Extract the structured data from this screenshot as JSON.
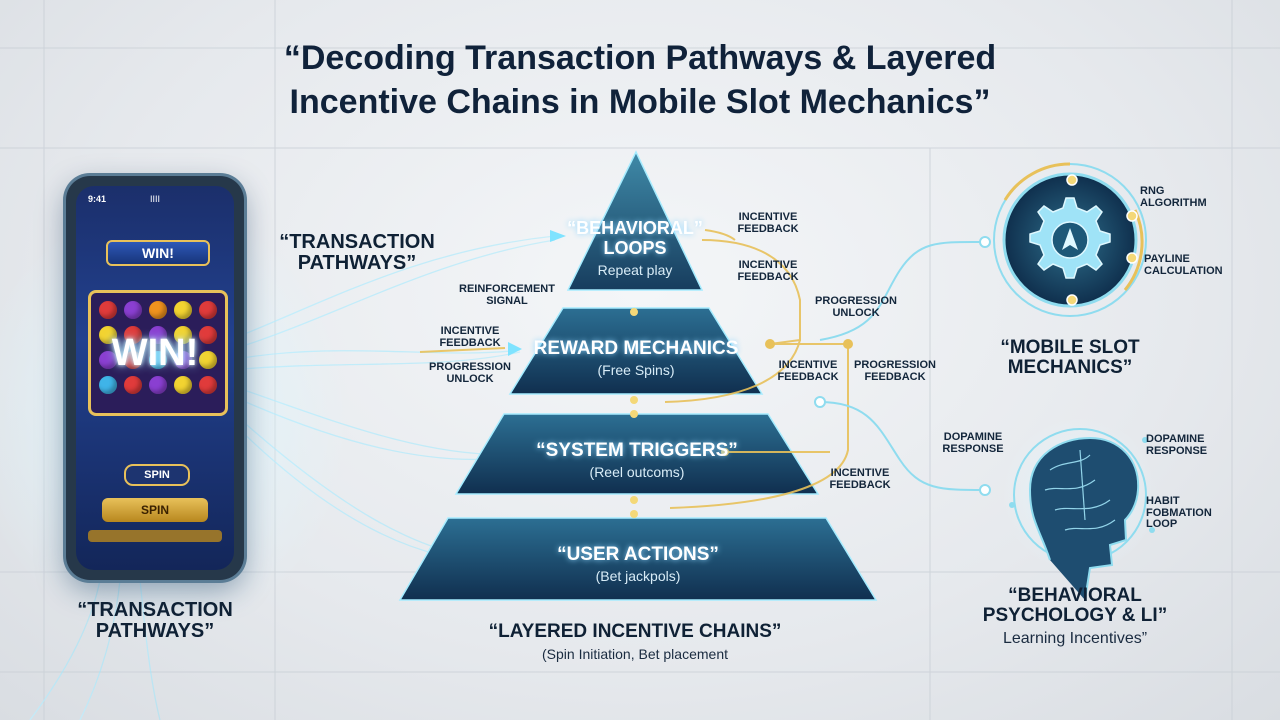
{
  "title": {
    "line1": "“Decoding Transaction Pathways & Layered",
    "line2": "Incentive Chains in Mobile Slot Mechanics”"
  },
  "phone": {
    "status_time": "9:41",
    "status_center": "IIII",
    "banner_text": "WIN!",
    "big_win_text": "WIN!",
    "spin_small": "SPIN",
    "spin_large": "SPIN",
    "reel_symbols": [
      "cherry",
      "grape",
      "orange",
      "lemon",
      "cherry",
      "lemon",
      "cherry",
      "grape",
      "lemon",
      "cherry",
      "grape",
      "cherry",
      "gem",
      "grape",
      "lemon",
      "gem",
      "cherry",
      "grape",
      "lemon",
      "cherry"
    ]
  },
  "labels": {
    "transaction_upper": "“TRANSACTION\nPATHWAYS”",
    "transaction_lower": "“TRANSACTION\nPATHWAYS”",
    "reinforcement_signal": "REINFORCEMENT\nSIGNAL",
    "incentive_feedback_left": "INCENTIVE\nFEEDBACK",
    "progression_unlock_left": "PROGRESSION\nUNLOCK",
    "incentive_feedback_top": "INCENTIVE\nFEEDBACK",
    "incentive_feedback_top2": "INCENTIVE\nFEEDBACK",
    "progression_unlock_right": "PROGRESSION\nUNLOCK",
    "incentive_feedback_mid": "INCENTIVE\nFEEDBACK",
    "progression_feedback": "PROGRESSION\nFEEDBACK",
    "incentive_feedback_low": "INCENTIVE\nFEEDBACK",
    "layered_chains": "“LAYERED INCENTIVE CHAINS”",
    "layered_chains_sub": "(Spin Initiation, Bet placement"
  },
  "pyramid": {
    "tiers": [
      {
        "title": "“BEHAVIORAL”\nLOOPS",
        "sub": "Repeat play"
      },
      {
        "title": "REWARD MECHANICS",
        "sub": "(Free Spins)"
      },
      {
        "title": "“SYSTEM TRIGGERS”",
        "sub": "(Reel outcoms)"
      },
      {
        "title": "“USER ACTIONS”",
        "sub": "(Bet jackpols)"
      }
    ]
  },
  "right": {
    "rng": "RNG\nALGORITHM",
    "payline": "PAYLINE\nCALCULATION",
    "mobile_slot": "“MOBILE SLOT\nMECHANICS”",
    "dopamine_left": "DOPAMINE\nRESPONSE",
    "dopamine_right": "DOPAMINE\nRESPONSE",
    "habit": "HABIT\nFOBMATION\nLOOP",
    "behavioral_psych": "“BEHAVIORAL\nPSYCHOLOGY & LI”",
    "learning": "Learning Incentives”"
  },
  "colors": {
    "navy": "#10223a",
    "teal": "#2e6f8c",
    "glow": "#7fe3ff",
    "gold": "#e8c15a"
  }
}
